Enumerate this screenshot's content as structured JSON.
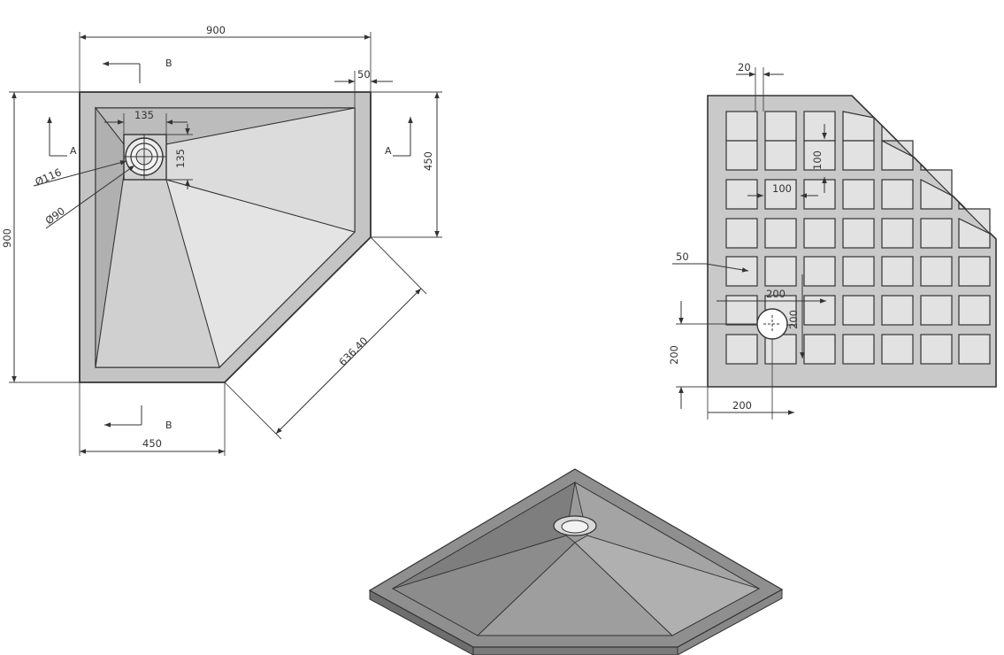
{
  "colors": {
    "background": "#ffffff",
    "tray_rim": "#bfbfbf",
    "tray_floor": "#d6d6d6",
    "tray_floor_light": "#e3e3e3",
    "underside": "#c9c9c9",
    "cell": "#e2e2e2",
    "iso_top": "#8e8e8e",
    "iso_face_dark": "#6e6e6e",
    "iso_face_light": "#9d9d9d",
    "line": "#333333"
  },
  "top_view": {
    "dim_width": "900",
    "dim_height": "900",
    "dim_bottom": "450",
    "dim_right": "450",
    "dim_rim": "50",
    "dim_drain_w": "135",
    "dim_drain_h": "135",
    "dim_diagonal": "636.40",
    "dim_drain_outer": "Ø116",
    "dim_drain_inner": "Ø90",
    "section_a_left": "A",
    "section_a_right": "A",
    "section_b_top": "B",
    "section_b_bottom": "B"
  },
  "bottom_view": {
    "dim_20": "20",
    "dim_100_vertical": "100",
    "dim_100_horizontal": "100",
    "dim_50": "50",
    "dim_200_top": "200",
    "dim_200_vertical": "200",
    "dim_200_left": "200",
    "dim_200_bottom": "200"
  }
}
